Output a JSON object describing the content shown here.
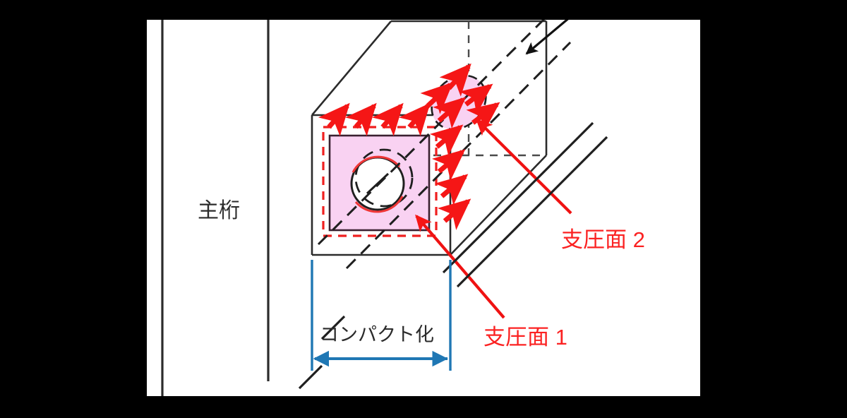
{
  "figure": {
    "title_visible": false,
    "background_color": "#000000",
    "canvas_color": "#ffffff"
  },
  "colors": {
    "red": "#fb2222",
    "red_pure": "#ff0000",
    "blue": "#1f77b4",
    "pink_fill": "#f9d2f2",
    "pink_fill_light": "#fbddf5",
    "outline_black": "#2b2b2b",
    "dashed_gray": "#4a4a4a"
  },
  "labels": {
    "main_girder": "主桁",
    "bearing_surface_1": "支圧面 1",
    "bearing_surface_2": "支圧面 2",
    "compaction": "コンパクト化"
  },
  "annotations": {
    "load_arrow": "black-load-arrow",
    "dimension_arrow": "compaction-width-dimension",
    "pressure_arrows_front": "red-radiating-arrows-front-face",
    "pressure_arrows_side": "red-radiating-arrows-side-face",
    "anchor_hole": "tendon-hole-circle",
    "tendon": "diagonal-tendon-lines"
  },
  "chart_data": {
    "type": "diagram",
    "description": "Anchorage detail of a prestressing tendon in a main girder, showing bearing surface 1 on the front anchor plate and bearing surface 2 at the inclined tendon exit, with a compaction width dimension."
  }
}
